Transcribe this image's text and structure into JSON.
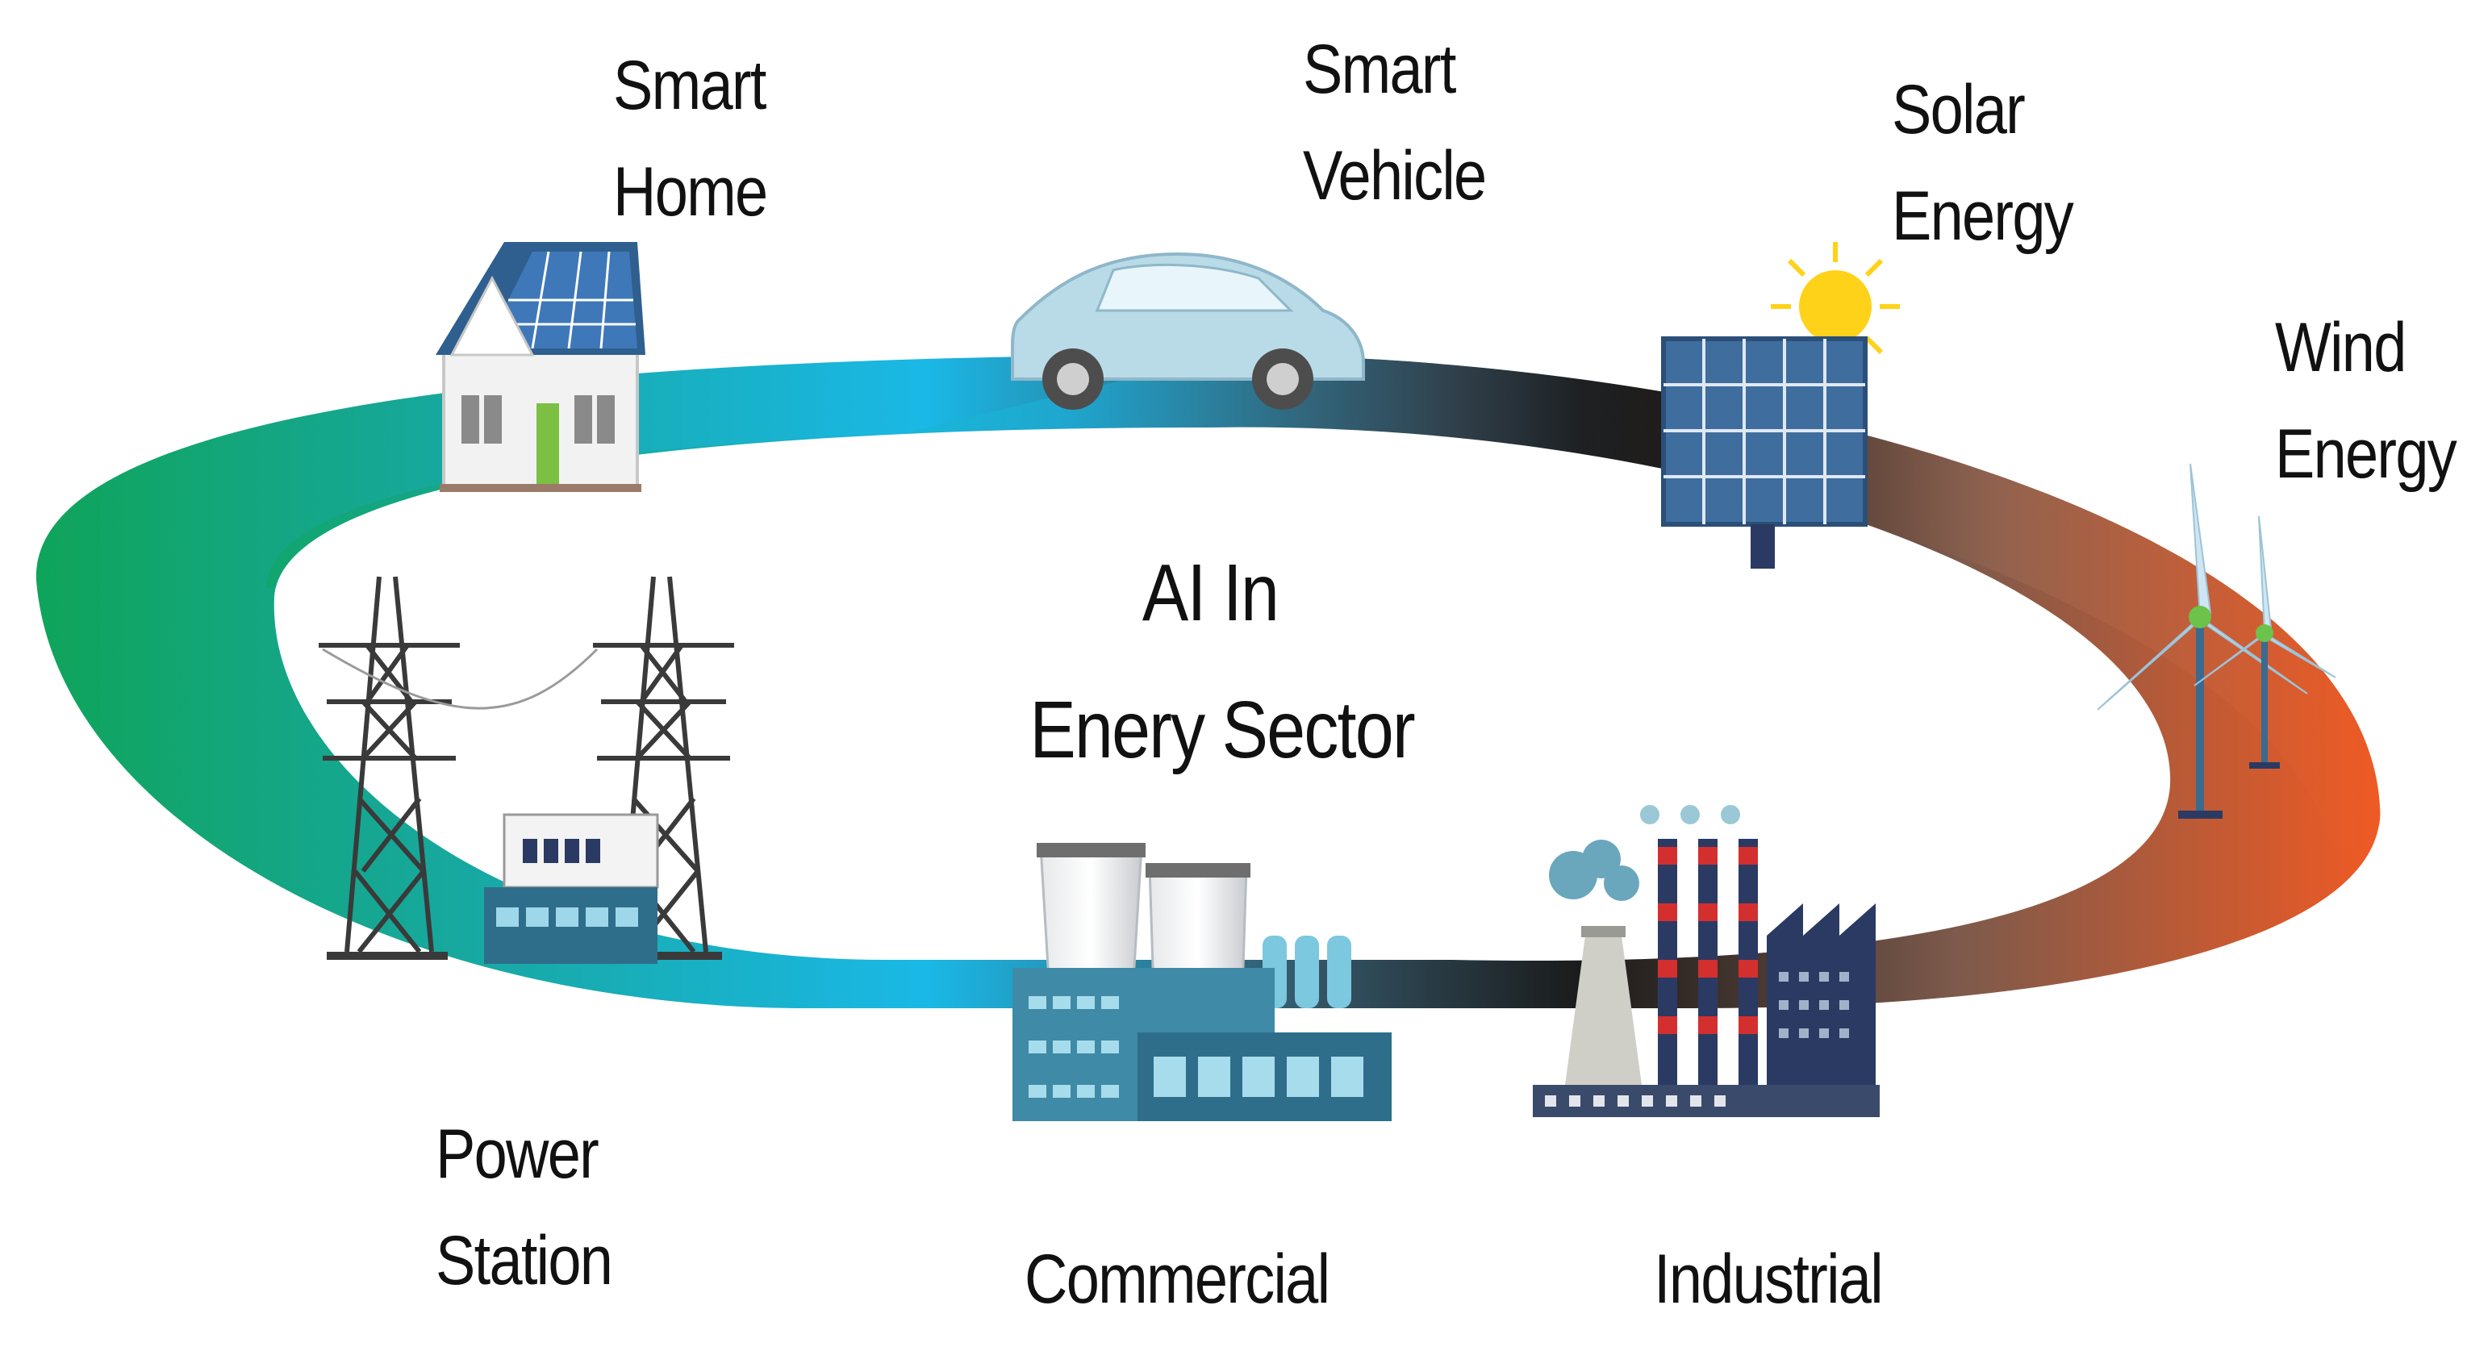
{
  "center_title": {
    "line1": "AI In",
    "line2": "Enery Sector"
  },
  "nodes": [
    {
      "id": "smart-home",
      "line1": "Smart",
      "line2": "Home",
      "icon": "house-with-solar-roof-icon"
    },
    {
      "id": "smart-vehicle",
      "line1": "Smart",
      "line2": "Vehicle",
      "icon": "car-icon"
    },
    {
      "id": "solar-energy",
      "line1": "Solar",
      "line2": "Energy",
      "icon": "solar-panel-icon"
    },
    {
      "id": "wind-energy",
      "line1": "Wind",
      "line2": "Energy",
      "icon": "wind-turbine-icon"
    },
    {
      "id": "power-station",
      "line1": "Power",
      "line2": "Station",
      "icon": "transmission-tower-icon"
    },
    {
      "id": "commercial",
      "line1": "Commercial",
      "line2": "",
      "icon": "commercial-plant-icon"
    },
    {
      "id": "industrial",
      "line1": "Industrial",
      "line2": "",
      "icon": "factory-icon"
    }
  ],
  "colors": {
    "ring_green": "#0fa45a",
    "ring_teal": "#19a9c6",
    "ring_cyan": "#1ab8e6",
    "ring_dark": "#1a1a1a",
    "ring_brown": "#9b6b55",
    "ring_orange": "#ef5a24",
    "panel_blue": "#3f6e9e",
    "navy": "#2b3a63",
    "stack_red": "#d32f2f"
  }
}
